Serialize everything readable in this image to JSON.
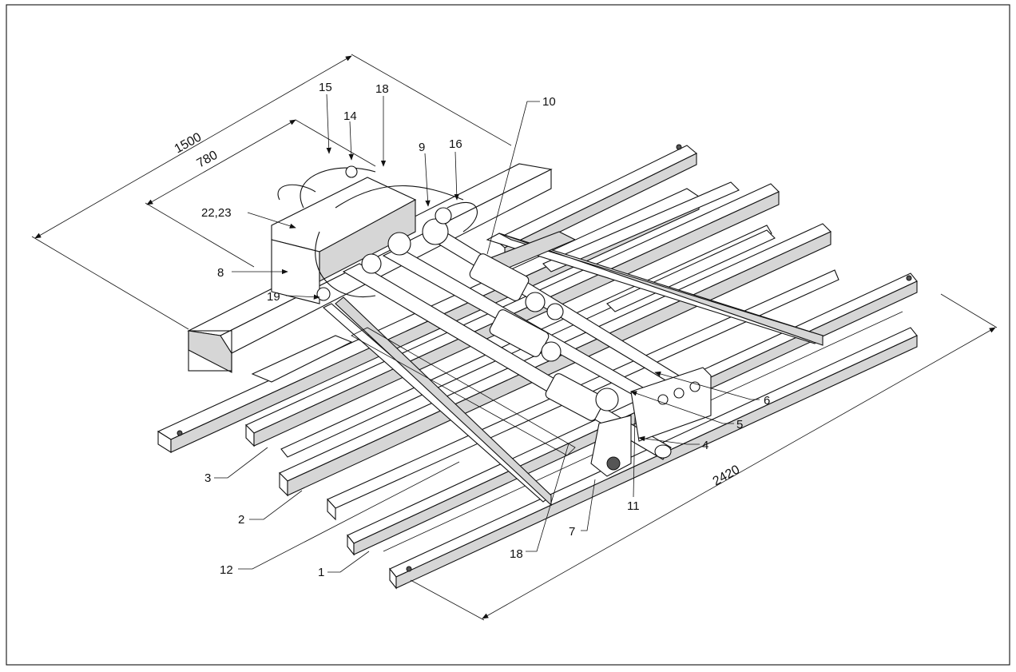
{
  "dimensions": {
    "overall_width": "1500",
    "frame_width": "780",
    "overall_length": "2420"
  },
  "callouts": {
    "c1": "1",
    "c2": "2",
    "c3": "3",
    "c4": "4",
    "c5": "5",
    "c6": "6",
    "c7": "7",
    "c8": "8",
    "c9": "9",
    "c10": "10",
    "c11": "11",
    "c12": "12",
    "c14": "14",
    "c15": "15",
    "c16": "16",
    "c18a": "18",
    "c18b": "18",
    "c19": "19",
    "c2223": "22,23"
  }
}
